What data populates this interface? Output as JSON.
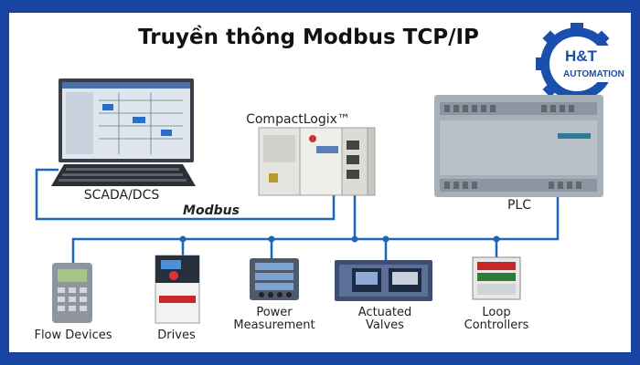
{
  "title": "Truyền thông Modbus TCP/IP",
  "logo": {
    "text_main": "H&T",
    "text_sub": "AUTOMATION"
  },
  "nodes": {
    "scada": "SCADA/DCS",
    "controller": "CompactLogix™",
    "plc": "PLC",
    "protocol": "Modbus"
  },
  "devices": [
    {
      "label": "Flow Devices"
    },
    {
      "label": "Drives"
    },
    {
      "label_line1": "Power",
      "label_line2": "Measurement"
    },
    {
      "label_line1": "Actuated",
      "label_line2": "Valves"
    },
    {
      "label_line1": "Loop",
      "label_line2": "Controllers"
    }
  ],
  "colors": {
    "border": "#1743a3",
    "line": "#1e64b8",
    "logo_blue": "#1a4fae"
  }
}
